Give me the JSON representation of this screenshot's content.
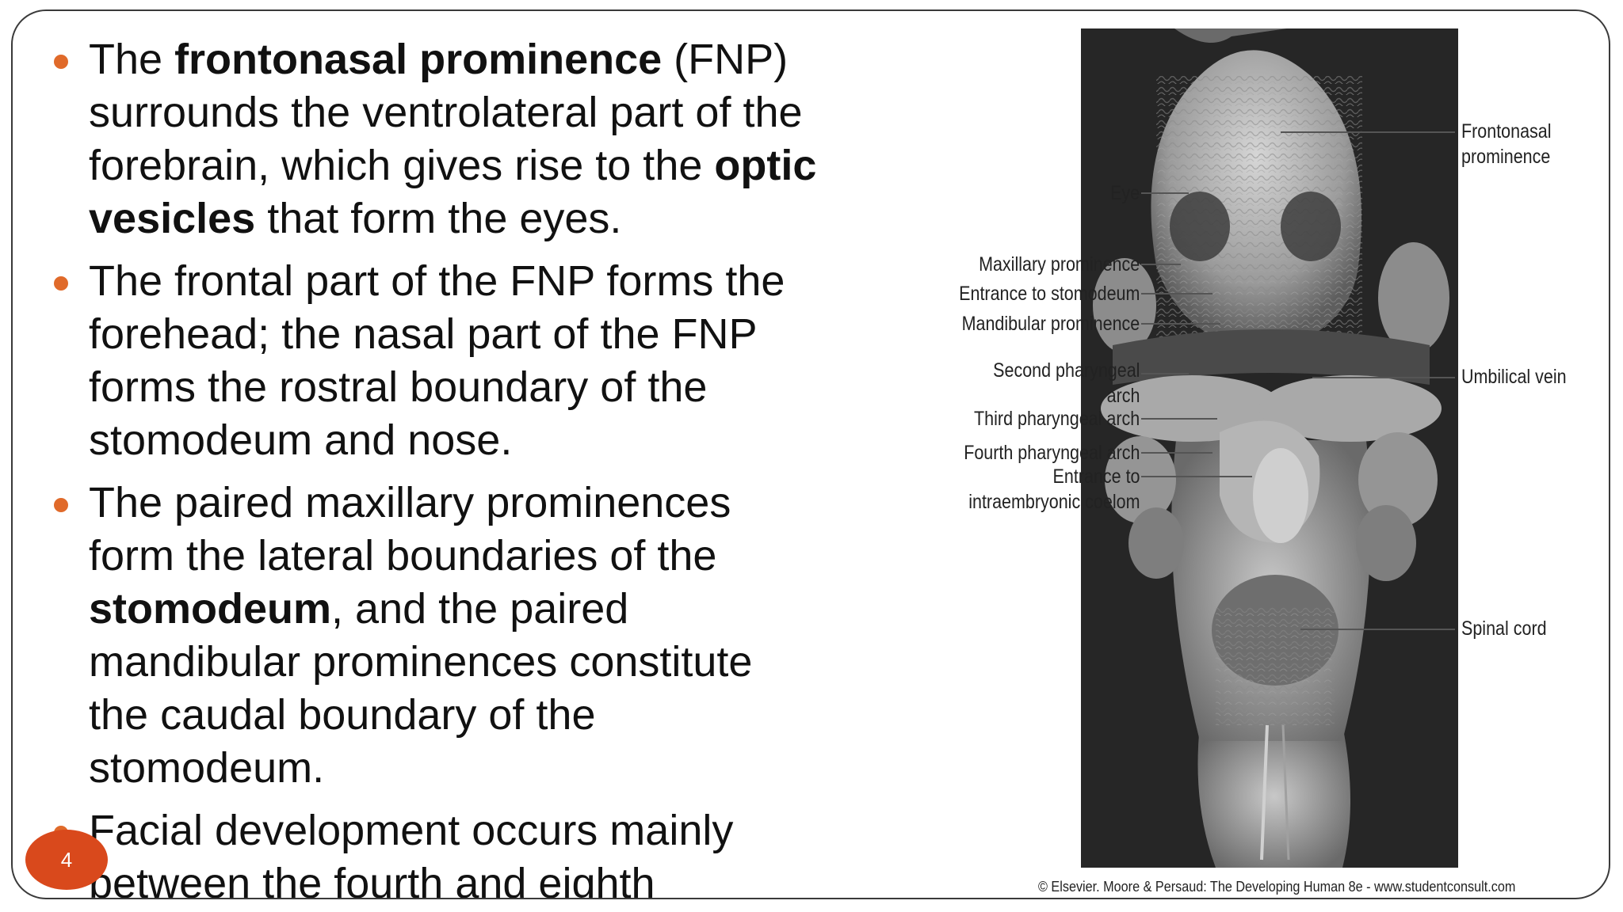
{
  "slide": {
    "page_number": "4",
    "bullets": [
      {
        "parts": [
          {
            "text": "The ",
            "bold": false
          },
          {
            "text": "frontonasal prominence",
            "bold": true
          },
          {
            "text": " (FNP) surrounds the ventrolateral part of the forebrain, which gives rise to the ",
            "bold": false
          },
          {
            "text": "optic vesicles",
            "bold": true
          },
          {
            "text": " that form the eyes.",
            "bold": false
          }
        ]
      },
      {
        "parts": [
          {
            "text": "The frontal part of the FNP forms the forehead; the nasal part of the FNP forms the rostral boundary of the stomodeum and nose.",
            "bold": false
          }
        ]
      },
      {
        "parts": [
          {
            "text": "The paired maxillary prominences form the lateral boundaries of the ",
            "bold": false
          },
          {
            "text": "stomodeum",
            "bold": true
          },
          {
            "text": ", and the paired mandibular prominences constitute the caudal boundary of the stomodeum.",
            "bold": false
          }
        ]
      },
      {
        "parts": [
          {
            "text": "Facial development occurs mainly between the fourth and eighth",
            "bold": false
          }
        ]
      }
    ]
  },
  "figure": {
    "labels_left": {
      "eye": "Eye",
      "maxillary": "Maxillary prominence",
      "entrance_stomodeum": "Entrance to stomodeum",
      "mandibular": "Mandibular prominence",
      "second_arch_1": "Second pharyngeal",
      "second_arch_2": "arch",
      "third_arch": "Third pharyngeal arch",
      "fourth_arch": "Fourth pharyngeal arch",
      "coelom_1": "Entrance to",
      "coelom_2": "intraembryonic coelom"
    },
    "labels_right": {
      "fnp_1": "Frontonasal",
      "fnp_2": "prominence",
      "umbilical": "Umbilical vein",
      "spinal": "Spinal cord"
    },
    "credit": "© Elsevier. Moore & Persaud: The Developing Human 8e - www.studentconsult.com"
  },
  "colors": {
    "bullet": "#e06a2a",
    "badge": "#d9491c"
  }
}
